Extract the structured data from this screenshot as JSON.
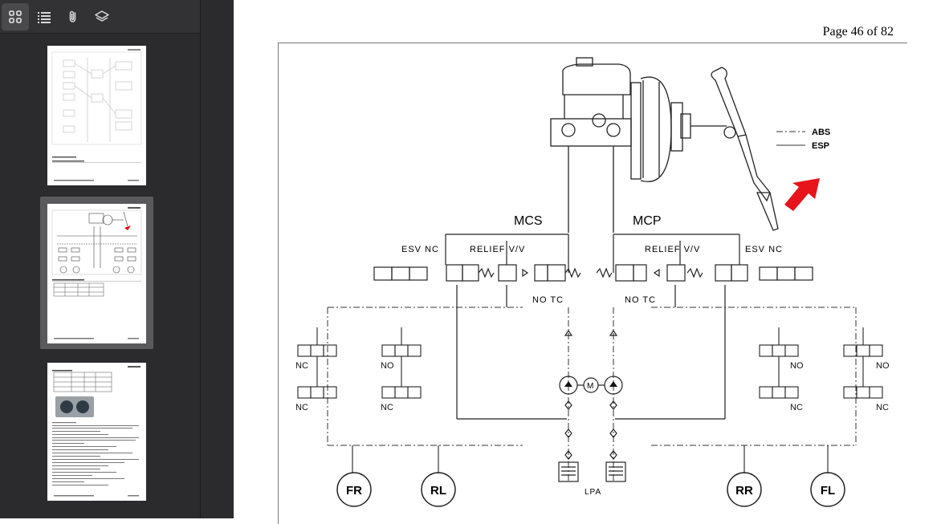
{
  "toolbar": {
    "buttons": [
      {
        "icon": "thumbnails-icon",
        "active": true
      },
      {
        "icon": "outline-list-icon",
        "active": false
      },
      {
        "icon": "attachment-icon",
        "active": false
      },
      {
        "icon": "layers-icon",
        "active": false
      }
    ]
  },
  "thumbnails": [
    {
      "page": 45,
      "selected": false
    },
    {
      "page": 46,
      "selected": true
    },
    {
      "page": 47,
      "selected": false
    }
  ],
  "page": {
    "number_label": "Page 46 of 82",
    "diagram": {
      "legend": [
        {
          "label": "ABS",
          "style": "dash-dot"
        },
        {
          "label": "ESP",
          "style": "solid"
        }
      ],
      "labels": {
        "mcs": "MCS",
        "mcp": "MCP",
        "esv_nc_left": "ESV  NC",
        "relief_left": "RELIEF  V/V",
        "no_tc_left": "NO  TC",
        "no_tc_right": "NO  TC",
        "relief_right": "RELIEF  V/V",
        "esv_nc_right": "ESV  NC",
        "motor": "M",
        "lpa": "LPA"
      },
      "valve_labels_left": [
        "NC",
        "NO",
        "NC",
        "NC"
      ],
      "valve_labels_right": [
        "NO",
        "NO",
        "NC",
        "NC"
      ],
      "wheels": [
        "FR",
        "RL",
        "RR",
        "FL"
      ]
    }
  }
}
